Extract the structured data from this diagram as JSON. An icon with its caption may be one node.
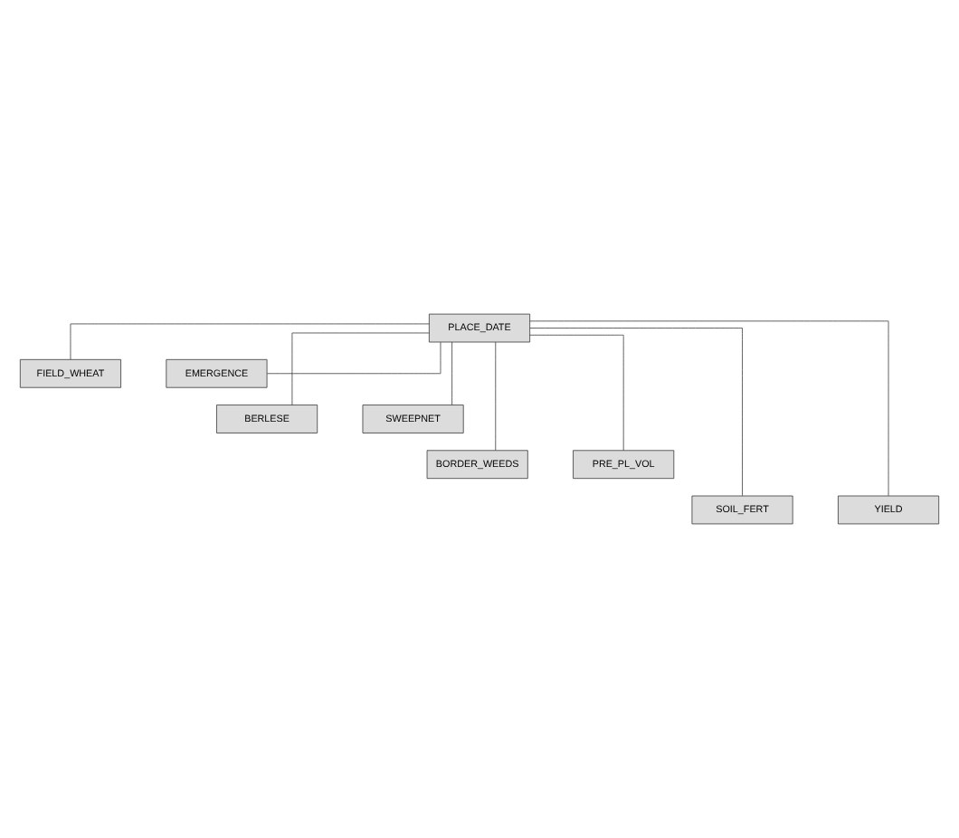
{
  "diagram": {
    "nodes": [
      {
        "text": [
          "PLACE_DATE"
        ]
      },
      {
        "text": [
          "FIELD_WHEAT"
        ]
      },
      {
        "text": [
          "EMERGENCE"
        ]
      },
      {
        "text": [
          "BERLESE"
        ]
      },
      {
        "text": [
          "SWEEPNET"
        ]
      },
      {
        "text": [
          "BORDER_WEEDS"
        ]
      },
      {
        "text": [
          "PRE_PL_VOL"
        ]
      },
      {
        "text": [
          "SOIL_FERT"
        ]
      },
      {
        "text": [
          "YIELD"
        ]
      }
    ],
    "edges": [
      {
        "from": 0,
        "to": 1,
        "arrow": "none"
      },
      {
        "from": 0,
        "to": 2,
        "arrow": "none"
      },
      {
        "from": 0,
        "to": 3,
        "arrow": "none"
      },
      {
        "from": 0,
        "to": 4,
        "arrow": "none"
      },
      {
        "from": 0,
        "to": 5,
        "arrow": "none"
      },
      {
        "from": 0,
        "to": 6,
        "arrow": "none"
      },
      {
        "from": 0,
        "to": 7,
        "arrow": "none"
      },
      {
        "from": 0,
        "to": 8,
        "arrow": "none"
      }
    ]
  }
}
